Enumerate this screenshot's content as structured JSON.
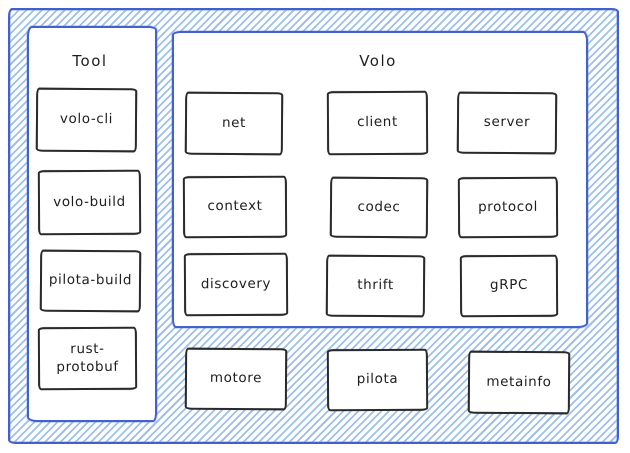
{
  "diagram": {
    "tool_panel": {
      "title": "Tool",
      "boxes": [
        "volo-cli",
        "volo-build",
        "pilota-build",
        "rust-protobuf"
      ]
    },
    "volo_panel": {
      "title": "Volo",
      "boxes": [
        "net",
        "client",
        "server",
        "context",
        "codec",
        "protocol",
        "discovery",
        "thrift",
        "gRPC"
      ]
    },
    "floating_boxes": [
      "motore",
      "pilota",
      "metainfo"
    ],
    "colors": {
      "frame_stroke": "#4360cf",
      "hatch_fill": "#8db5eb",
      "node_stroke": "#2b2b2b",
      "node_fill": "#ffffff",
      "text": "#1e1e1e"
    }
  }
}
